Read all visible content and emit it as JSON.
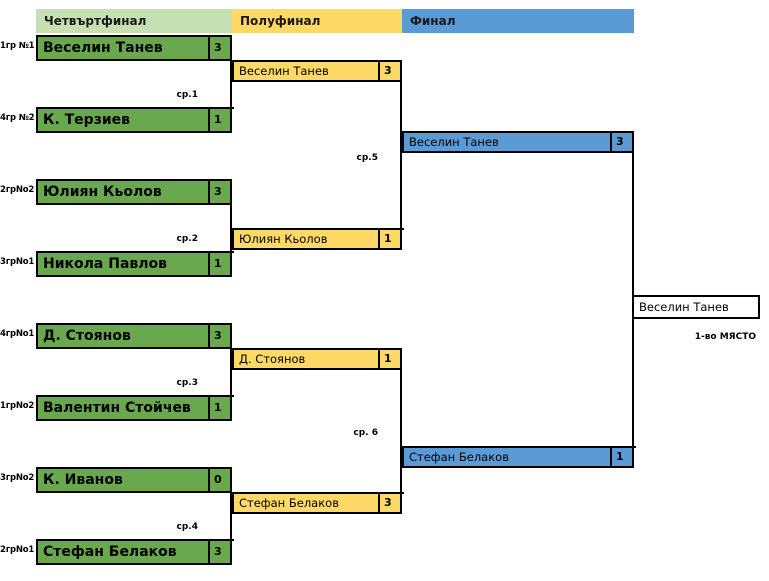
{
  "headers": {
    "quarterfinal": "Четвъртфинал",
    "semifinal": "Полуфинал",
    "final": "Финал"
  },
  "seeds": [
    "1гр №1",
    "4гр №2",
    "2грNo2",
    "3грNo1",
    "4грNo1",
    "1грNo2",
    "3грNo2",
    "2грNo1"
  ],
  "quarterfinals": [
    {
      "name": "Веселин Танев",
      "score": "3"
    },
    {
      "name": "К. Терзиев",
      "score": "1"
    },
    {
      "name": "Юлиян Кьолов",
      "score": "3"
    },
    {
      "name": "Никола Павлов",
      "score": "1"
    },
    {
      "name": "Д. Стоянов",
      "score": "3"
    },
    {
      "name": "Валентин Стойчев",
      "score": "1"
    },
    {
      "name": "К. Иванов",
      "score": "0"
    },
    {
      "name": "Стефан Белаков",
      "score": "3"
    }
  ],
  "semifinals": [
    {
      "name": "Веселин Танев",
      "score": "3"
    },
    {
      "name": "Юлиян Кьолов",
      "score": "1"
    },
    {
      "name": "Д. Стоянов",
      "score": "1"
    },
    {
      "name": "Стефан Белаков",
      "score": "3"
    }
  ],
  "finals": [
    {
      "name": "Веселин Танев",
      "score": "3"
    },
    {
      "name": "Стефан Белаков",
      "score": "1"
    }
  ],
  "match_tags": [
    "ср.1",
    "ср.2",
    "ср.3",
    "ср.4",
    "ср.5",
    "ср. 6"
  ],
  "champion": {
    "name": "Веселин Танев",
    "place": "1-во МЯСТО"
  },
  "colors": {
    "quarterfinal_header": "#c6e0b4",
    "quarterfinal_slot": "#6aa84f",
    "semifinal": "#ffd966",
    "final": "#5b9bd5",
    "line": "#000000",
    "background": "#ffffff"
  }
}
